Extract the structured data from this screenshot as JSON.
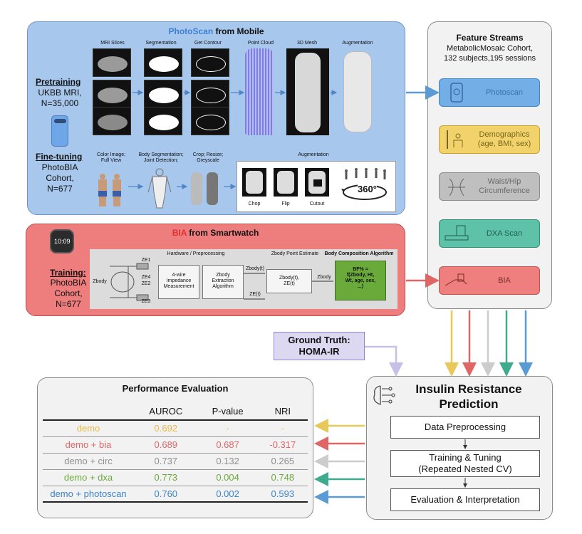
{
  "photoscan": {
    "title_colored": "PhotoScan",
    "title_rest": " from Mobile",
    "pretraining_label": "Pretraining",
    "pretraining_desc": "UKBB MRI,\nN=35,000",
    "finetuning_label": "Fine-tuning",
    "finetuning_desc": "PhotoBIA\nCohort,\nN=677",
    "stage_labels": [
      "MRI Slices",
      "Segmentation",
      "Get Contour",
      "Point Cloud",
      "3D Mesh",
      "Augmentation"
    ],
    "finetune_stage_labels": [
      "Color Image;\nFull View",
      "Body Segmentation;\nJoint Detection;",
      "Crop; Resize;\nGreyscale"
    ],
    "augmentation_label": "Augmentation",
    "aug_items": [
      "Chop",
      "Flip",
      "Cutout"
    ],
    "rotation_label": "360°"
  },
  "bia": {
    "title_colored": "BIA",
    "title_rest": " from Smartwatch",
    "training_label": "Training:",
    "training_desc": "PhotoBIA\nCohort,\nN=677",
    "hw_title": "Hardware / Preprocessing",
    "zbody_title": "Zbody Point Estimate",
    "algo_title": "Body Composition Algorithm",
    "box_impedance": "4-wire\nImpedance\nMeasurement",
    "box_extraction": "Zbody\nExtraction\nAlgorithm",
    "box_zbody": "Zbody(t),\nZE(t)",
    "box_bf": "BF% =\nf(Zbody, Ht,\nWt, age, sex,\n...)",
    "zbody_side": "Zbody",
    "electrodes": [
      "ZE1",
      "ZE4",
      "ZE2",
      "ZE3"
    ],
    "signal_zbody_t": "Zbody(t)",
    "signal_ze_t": "ZE(t)",
    "signal_zbody": "Zbody",
    "watch_time": "10:09"
  },
  "feature_streams": {
    "title": "Feature Streams",
    "subtitle": "MetabolicMosaic Cohort,\n132 subjects,195 sessions",
    "items": [
      {
        "label": "Photoscan",
        "color": "#5b9bd5"
      },
      {
        "label": "Demographics\n(age, BMI, sex)",
        "color": "#d9b642"
      },
      {
        "label": "Waist/Hip\nCircumference",
        "color": "#a6a6a6"
      },
      {
        "label": "DXA Scan",
        "color": "#3eaa8e"
      },
      {
        "label": "BIA",
        "color": "#e06666"
      }
    ]
  },
  "ground_truth": {
    "line1": "Ground Truth:",
    "line2": "HOMA-IR"
  },
  "prediction": {
    "title": "Insulin Resistance\nPrediction",
    "steps": [
      "Data Preprocessing",
      "Training & Tuning\n(Repeated Nested CV)",
      "Evaluation & Interpretation"
    ]
  },
  "performance": {
    "title": "Performance Evaluation",
    "headers": [
      "",
      "AUROC",
      "P-value",
      "NRI"
    ],
    "rows": [
      {
        "model": "demo",
        "auroc": "0.692",
        "pvalue": "-",
        "nri": "-",
        "color": "#e8b84a"
      },
      {
        "model": "demo + bia",
        "auroc": "0.689",
        "pvalue": "0.687",
        "nri": "-0.317",
        "color": "#e06666"
      },
      {
        "model": "demo + circ",
        "auroc": "0.737",
        "pvalue": "0.132",
        "nri": "0.265",
        "color": "#8f8f8f"
      },
      {
        "model": "demo + dxa",
        "auroc": "0.773",
        "pvalue": "0.004",
        "nri": "0.748",
        "color": "#6aaa3a"
      },
      {
        "model": "demo + photoscan",
        "auroc": "0.760",
        "pvalue": "0.002",
        "nri": "0.593",
        "color": "#3d85c6"
      }
    ]
  },
  "colors": {
    "photoscan_panel": "#a8c7ec",
    "bia_panel": "#ee7d7d",
    "ground_truth_box": "#dcd8f2",
    "stream_panel": "#f2f2f2"
  }
}
